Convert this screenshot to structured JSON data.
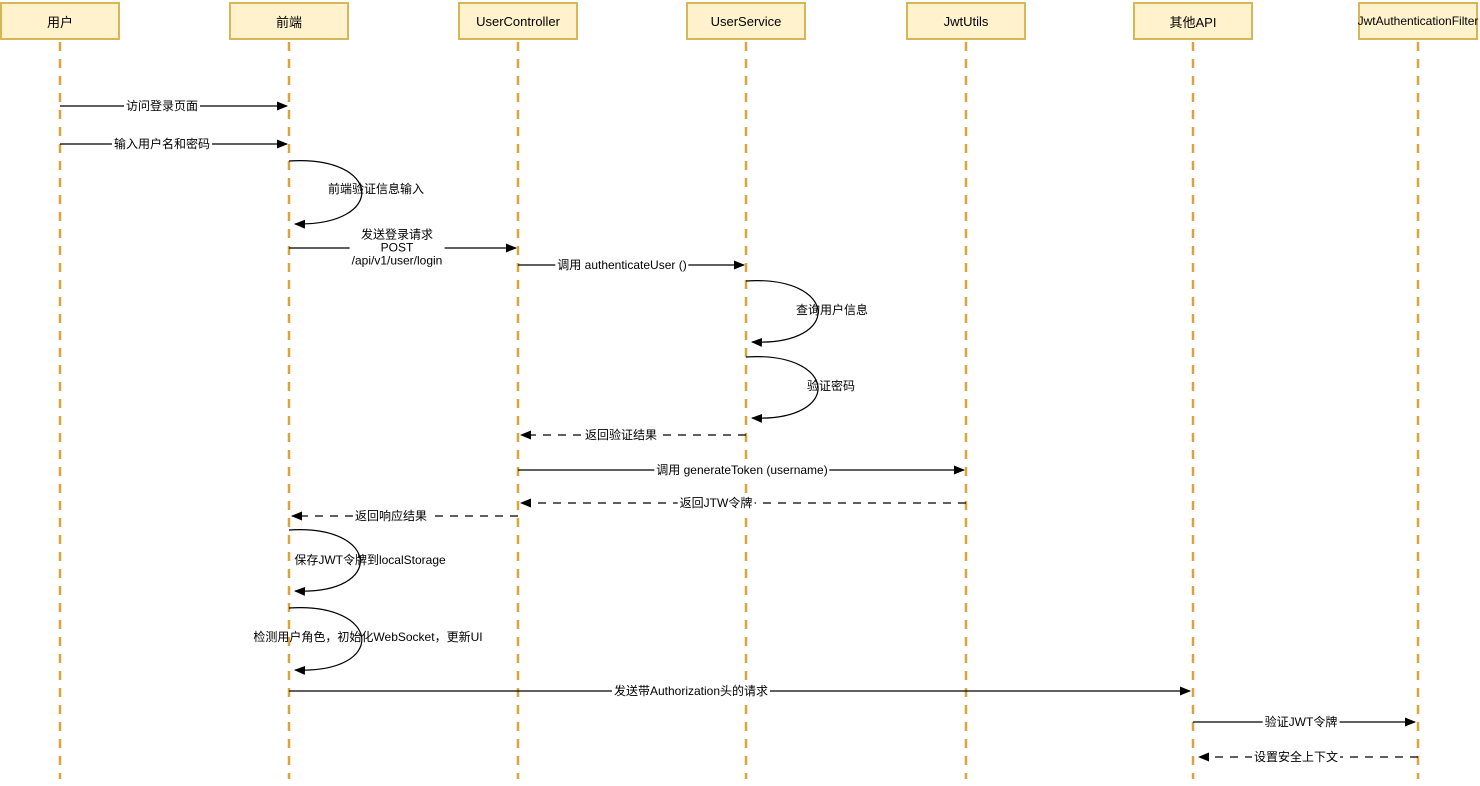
{
  "diagram_type": "uml-sequence-diagram",
  "colors": {
    "participant_fill": "#FFF2CC",
    "participant_border": "#D6B656",
    "lifeline": "#D9A43C",
    "message_line": "#000000",
    "label_text": "#000000",
    "canvas_bg": "#FFFFFF"
  },
  "participants": [
    {
      "label": "用户"
    },
    {
      "label": "前端"
    },
    {
      "label": "UserController"
    },
    {
      "label": "UserService"
    },
    {
      "label": "JwtUtils"
    },
    {
      "label": "其他API"
    },
    {
      "label": "JwtAuthenticationFilter"
    }
  ],
  "messages": [
    {
      "label": "访问登录页面",
      "from": "用户",
      "to": "前端",
      "style": "solid"
    },
    {
      "label": "输入用户名和密码",
      "from": "用户",
      "to": "前端",
      "style": "solid"
    },
    {
      "label": "前端验证信息输入",
      "from": "前端",
      "to": "前端",
      "style": "self"
    },
    {
      "label": "发送登录请求\nPOST\n/api/v1/user/login",
      "from": "前端",
      "to": "UserController",
      "style": "solid"
    },
    {
      "label": "调用 authenticateUser ()",
      "from": "UserController",
      "to": "UserService",
      "style": "solid"
    },
    {
      "label": "查询用户信息",
      "from": "UserService",
      "to": "UserService",
      "style": "self"
    },
    {
      "label": "验证密码",
      "from": "UserService",
      "to": "UserService",
      "style": "self"
    },
    {
      "label": "返回验证结果",
      "from": "UserService",
      "to": "UserController",
      "style": "dashed"
    },
    {
      "label": "调用 generateToken (username)",
      "from": "UserController",
      "to": "JwtUtils",
      "style": "solid"
    },
    {
      "label": "返回JTW令牌",
      "from": "JwtUtils",
      "to": "UserController",
      "style": "dashed"
    },
    {
      "label": "返回响应结果",
      "from": "UserController",
      "to": "前端",
      "style": "dashed"
    },
    {
      "label": "保存JWT令牌到localStorage",
      "from": "前端",
      "to": "前端",
      "style": "self"
    },
    {
      "label": "检测用户角色，初始化WebSocket，更新UI",
      "from": "前端",
      "to": "前端",
      "style": "self"
    },
    {
      "label": "发送带Authorization头的请求",
      "from": "前端",
      "to": "其他API",
      "style": "solid"
    },
    {
      "label": "验证JWT令牌",
      "from": "其他API",
      "to": "JwtAuthenticationFilter",
      "style": "solid"
    },
    {
      "label": "设置安全上下文",
      "from": "JwtAuthenticationFilter",
      "to": "其他API",
      "style": "dashed"
    }
  ]
}
